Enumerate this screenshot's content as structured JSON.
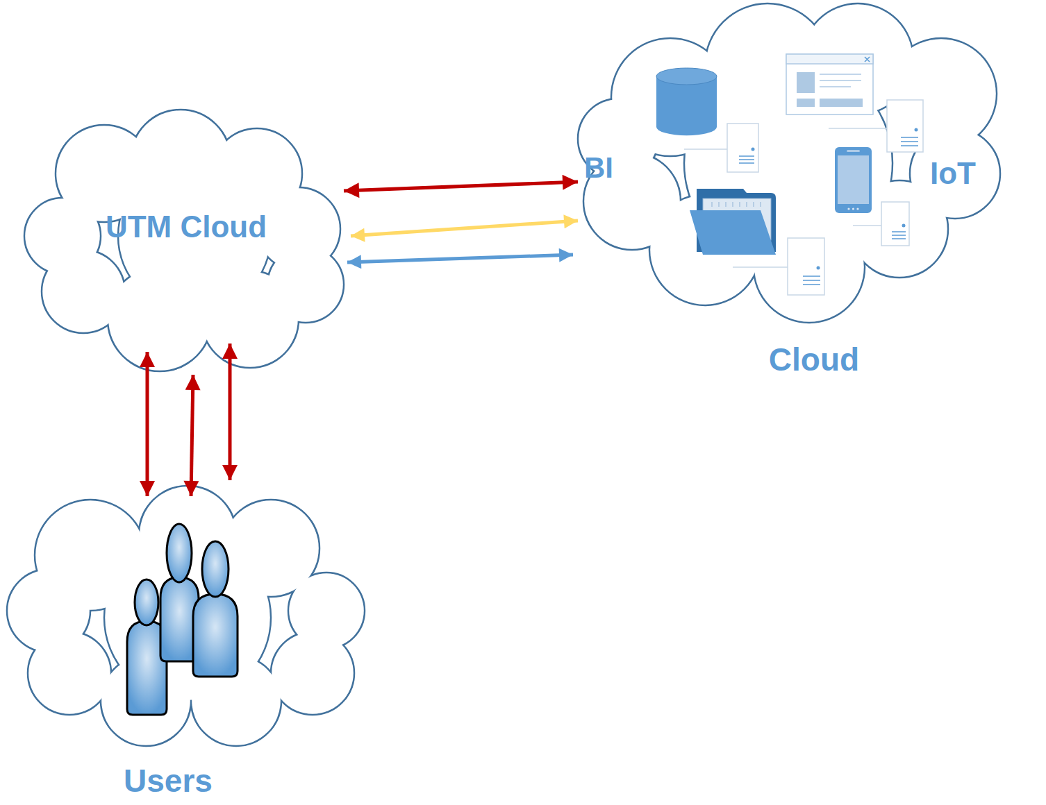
{
  "diagram": {
    "nodes": [
      {
        "text": [
          "UTM Cloud"
        ]
      },
      {
        "text": [
          "BI",
          "IoT",
          "Cloud"
        ]
      },
      {
        "text": [
          "Users"
        ]
      }
    ],
    "edges": [
      {
        "from": 0,
        "to": 1,
        "arrow": "both"
      },
      {
        "from": 0,
        "to": 1,
        "arrow": "both"
      },
      {
        "from": 0,
        "to": 1,
        "arrow": "both"
      },
      {
        "from": 0,
        "to": 2,
        "arrow": "both"
      },
      {
        "from": 0,
        "to": 2,
        "arrow": "both"
      },
      {
        "from": 0,
        "to": 2,
        "arrow": "both"
      }
    ]
  }
}
